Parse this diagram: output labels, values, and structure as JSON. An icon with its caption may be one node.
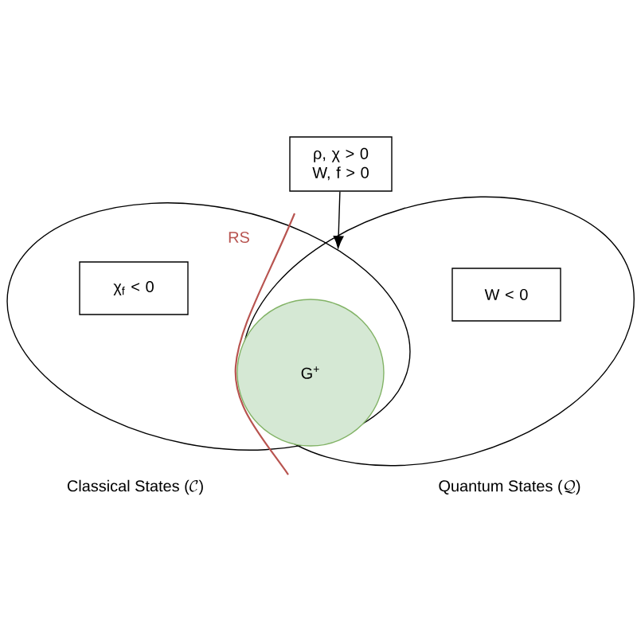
{
  "diagram": {
    "nodes": [
      {
        "text": [
          "\\text{Classical States (}\\mathcal{C}\\text{)}"
        ]
      },
      {
        "text": [
          "\\text{Quantum States (}\\mathcal{Q}\\text{)}"
        ]
      },
      {
        "text": [
          "χ$_{f}$ < 0"
        ],
        "in": 0
      },
      {
        "text": [
          "W < 0"
        ],
        "in": 1
      },
      {
        "text": [
          "G$^{+}$"
        ]
      },
      {
        "text": [
          "ρ, χ > 0 W, f > 0"
        ]
      }
    ],
    "edges": [
      {
        "from": 5,
        "to": 0,
        "arrow": "to"
      }
    ],
    "labels": [
      "RS"
    ]
  }
}
